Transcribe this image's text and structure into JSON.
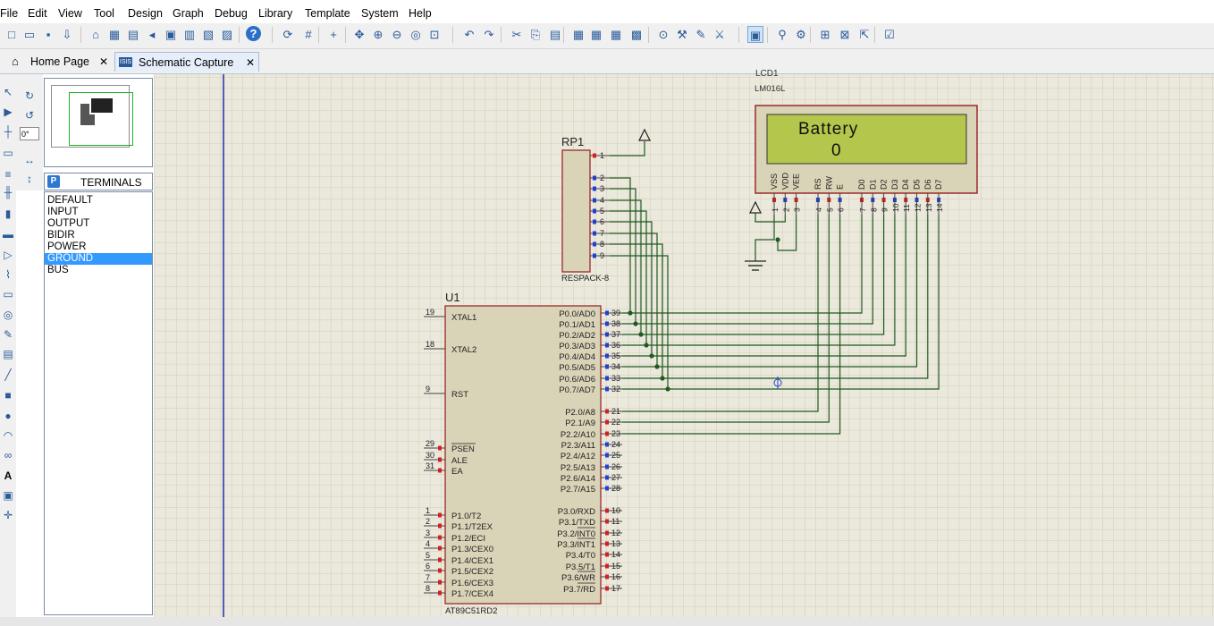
{
  "menu": [
    "File",
    "Edit",
    "View",
    "Tool",
    "Design",
    "Graph",
    "Debug",
    "Library",
    "Template",
    "System",
    "Help"
  ],
  "toolbar_icons": [
    "new-file-icon",
    "open-icon",
    "save-icon",
    "import-icon",
    "home-icon",
    "isis-icon",
    "ares-icon",
    "back-icon",
    "component-icon",
    "netlist-icon",
    "bom-icon",
    "drc-icon",
    "help-icon",
    "refresh-icon",
    "grid-icon",
    "origin-icon",
    "pan-icon",
    "zoom-in-icon",
    "zoom-out-icon",
    "zoom-all-icon",
    "zoom-area-icon",
    "undo-icon",
    "redo-icon",
    "cut-icon",
    "copy-icon",
    "paste-icon",
    "block-copy-icon",
    "block-move-icon",
    "block-rotate-icon",
    "block-delete-icon",
    "pick-device-icon",
    "make-device-icon",
    "packaging-icon",
    "decompose-icon",
    "wire-autorouter-icon",
    "search-icon",
    "property-tool-icon",
    "new-sheet-icon",
    "remove-sheet-icon",
    "exit-parent-icon",
    "bom-report-icon"
  ],
  "tabs": [
    {
      "label": "Home Page"
    },
    {
      "label": "Schematic Capture"
    }
  ],
  "rotation": "0°",
  "terminals": {
    "header_badge": "P",
    "header": "TERMINALS",
    "items": [
      "DEFAULT",
      "INPUT",
      "OUTPUT",
      "BIDIR",
      "POWER",
      "GROUND",
      "BUS"
    ],
    "selected": "GROUND"
  },
  "schematic": {
    "lcd_part": "LM016L",
    "lcd_ref_partial": "LCD1",
    "lcd_display_line1": "Battery",
    "lcd_display_line2": "0",
    "lcd_pin_names": [
      "VSS",
      "VDD",
      "VEE",
      "RS",
      "RW",
      "E",
      "D0",
      "D1",
      "D2",
      "D3",
      "D4",
      "D5",
      "D6",
      "D7"
    ],
    "lcd_pin_numbers": [
      "1",
      "2",
      "3",
      "4",
      "5",
      "6",
      "7",
      "8",
      "9",
      "10",
      "11",
      "12",
      "13",
      "14"
    ],
    "rp_ref": "RP1",
    "rp_part": "RESPACK-8",
    "rp_pins": [
      "1",
      "2",
      "3",
      "4",
      "5",
      "6",
      "7",
      "8",
      "9"
    ],
    "mcu_ref": "U1",
    "mcu_part": "AT89C51RD2",
    "mcu_left_pins": [
      {
        "num": "19",
        "name": "XTAL1"
      },
      {
        "num": "18",
        "name": "XTAL2"
      },
      {
        "num": "9",
        "name": "RST"
      },
      {
        "num": "29",
        "name": "PSEN"
      },
      {
        "num": "30",
        "name": "ALE"
      },
      {
        "num": "31",
        "name": "EA"
      },
      {
        "num": "1",
        "name": "P1.0/T2"
      },
      {
        "num": "2",
        "name": "P1.1/T2EX"
      },
      {
        "num": "3",
        "name": "P1.2/ECI"
      },
      {
        "num": "4",
        "name": "P1.3/CEX0"
      },
      {
        "num": "5",
        "name": "P1.4/CEX1"
      },
      {
        "num": "6",
        "name": "P1.5/CEX2"
      },
      {
        "num": "7",
        "name": "P1.6/CEX3"
      },
      {
        "num": "8",
        "name": "P1.7/CEX4"
      }
    ],
    "mcu_right_pins": [
      {
        "num": "39",
        "name": "P0.0/AD0"
      },
      {
        "num": "38",
        "name": "P0.1/AD1"
      },
      {
        "num": "37",
        "name": "P0.2/AD2"
      },
      {
        "num": "36",
        "name": "P0.3/AD3"
      },
      {
        "num": "35",
        "name": "P0.4/AD4"
      },
      {
        "num": "34",
        "name": "P0.5/AD5"
      },
      {
        "num": "33",
        "name": "P0.6/AD6"
      },
      {
        "num": "32",
        "name": "P0.7/AD7"
      },
      {
        "num": "21",
        "name": "P2.0/A8"
      },
      {
        "num": "22",
        "name": "P2.1/A9"
      },
      {
        "num": "23",
        "name": "P2.2/A10"
      },
      {
        "num": "24",
        "name": "P2.3/A11"
      },
      {
        "num": "25",
        "name": "P2.4/A12"
      },
      {
        "num": "26",
        "name": "P2.5/A13"
      },
      {
        "num": "27",
        "name": "P2.6/A14"
      },
      {
        "num": "28",
        "name": "P2.7/A15"
      },
      {
        "num": "10",
        "name": "P3.0/RXD"
      },
      {
        "num": "11",
        "name": "P3.1/TXD"
      },
      {
        "num": "12",
        "name": "P3.2/INT0"
      },
      {
        "num": "13",
        "name": "P3.3/INT1"
      },
      {
        "num": "14",
        "name": "P3.4/T0"
      },
      {
        "num": "15",
        "name": "P3.5/T1"
      },
      {
        "num": "16",
        "name": "P3.6/WR"
      },
      {
        "num": "17",
        "name": "P3.7/RD"
      }
    ]
  },
  "colors": {
    "canvas": "#ebe8dc",
    "grid": "#d2cdbb",
    "wire": "#1f5a1f",
    "component_body": "#d9d3b7",
    "component_border": "#9a2a2a",
    "lcd_screen": "#b4c64b",
    "pin_red": "#d42020",
    "pin_blue": "#2040d0"
  }
}
